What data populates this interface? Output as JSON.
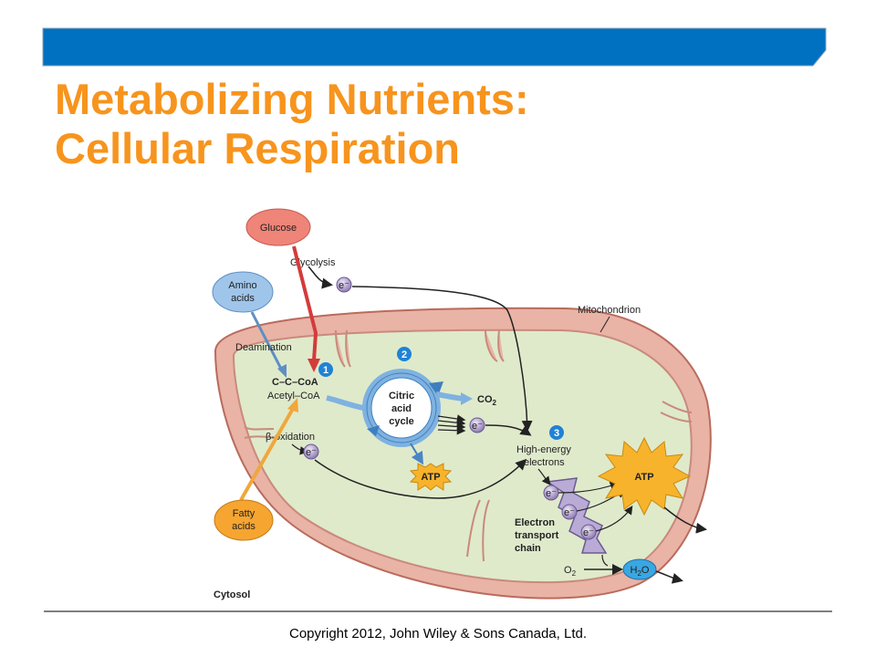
{
  "slide": {
    "title_line1": "Metabolizing Nutrients:",
    "title_line2": "Cellular Respiration",
    "copyright": "Copyright 2012, John Wiley & Sons Canada, Ltd.",
    "colors": {
      "banner": "#0070C0",
      "title": "#F7941D"
    }
  },
  "diagram": {
    "glucose": "Glucose",
    "glycolysis": "Glycolysis",
    "amino_line1": "Amino",
    "amino_line2": "acids",
    "mitochondrion": "Mitochondrion",
    "deamination": "Deamination",
    "step1": "1",
    "step2": "2",
    "step3": "3",
    "ccoa": "C–C–CoA",
    "acetyl": "Acetyl–CoA",
    "citric1": "Citric",
    "citric2": "acid",
    "citric3": "cycle",
    "co2": "CO",
    "co2_sub": "2",
    "beta": "β-oxidation",
    "electron": "e⁻",
    "atp": "ATP",
    "high1": "High-energy",
    "high2": "electrons",
    "fatty1": "Fatty",
    "fatty2": "acids",
    "etc1": "Electron",
    "etc2": "transport",
    "etc3": "chain",
    "o2": "O",
    "o2_sub": "2",
    "h2o_h": "H",
    "h2o_sub": "2",
    "h2o_o": "O",
    "cytosol": "Cytosol"
  }
}
